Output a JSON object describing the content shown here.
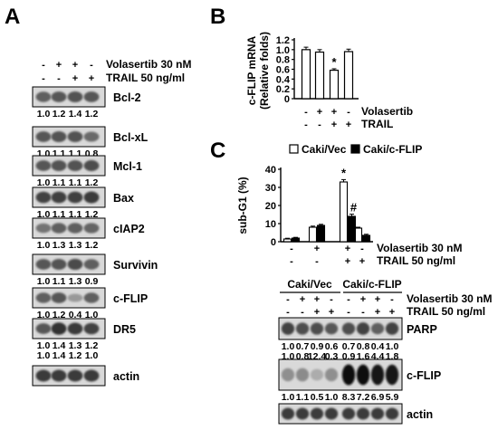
{
  "panel_a": {
    "label": "A",
    "conditions": [
      {
        "name": "Volasertib 30 nM",
        "signs": [
          "-",
          "+",
          "+",
          "-"
        ]
      },
      {
        "name": "TRAIL 50 ng/ml",
        "signs": [
          "-",
          "-",
          "+",
          "+"
        ]
      }
    ],
    "blots": [
      {
        "protein": "Bcl-2",
        "quant": [
          [
            "1.0",
            "1.2",
            "1.4",
            "1.2"
          ]
        ],
        "intensity": [
          0.55,
          0.6,
          0.62,
          0.6
        ]
      },
      {
        "protein": "Bcl-xL",
        "quant": [
          [
            "1.0",
            "1.1",
            "1.1",
            "0.8"
          ]
        ],
        "intensity": [
          0.6,
          0.62,
          0.62,
          0.5
        ]
      },
      {
        "protein": "Mcl-1",
        "quant": [
          [
            "1.0",
            "1.1",
            "1.1",
            "1.2"
          ]
        ],
        "intensity": [
          0.6,
          0.62,
          0.62,
          0.65
        ]
      },
      {
        "protein": "Bax",
        "quant": [
          [
            "1.0",
            "1.1",
            "1.1",
            "1.2"
          ]
        ],
        "intensity": [
          0.7,
          0.72,
          0.72,
          0.75
        ]
      },
      {
        "protein": "cIAP2",
        "quant": [
          [
            "1.0",
            "1.3",
            "1.3",
            "1.2"
          ]
        ],
        "intensity": [
          0.45,
          0.55,
          0.55,
          0.52
        ]
      },
      {
        "protein": "Survivin",
        "quant": [
          [
            "1.0",
            "1.1",
            "1.3",
            "0.9"
          ]
        ],
        "intensity": [
          0.6,
          0.62,
          0.66,
          0.56
        ]
      },
      {
        "protein": "c-FLIP",
        "quant": [
          [
            "1.0",
            "1.2",
            "0.4",
            "1.0"
          ]
        ],
        "intensity": [
          0.55,
          0.6,
          0.25,
          0.55
        ]
      },
      {
        "protein": "DR5",
        "quant": [
          [
            "1.0",
            "1.4",
            "1.3",
            "1.2"
          ],
          [
            "1.0",
            "1.4",
            "1.2",
            "1.0"
          ]
        ],
        "intensity": [
          0.6,
          0.8,
          0.75,
          0.7
        ]
      },
      {
        "protein": "actin",
        "quant": [],
        "intensity": [
          0.75,
          0.75,
          0.75,
          0.75
        ]
      }
    ]
  },
  "panel_b": {
    "label": "B",
    "ylabel_line1": "c-FLIP mRNA",
    "ylabel_line2": "(Relative folds)",
    "conditions": [
      {
        "name": "Volasertib",
        "signs": [
          "-",
          "+",
          "+",
          "-"
        ]
      },
      {
        "name": "TRAIL",
        "signs": [
          "-",
          "-",
          "+",
          "+"
        ]
      }
    ],
    "yticks": [
      "0",
      "0.2",
      "0.4",
      "0.6",
      "0.8",
      "1.0",
      "1.2"
    ],
    "annotation": "*"
  },
  "panel_c": {
    "label": "C",
    "legend": [
      {
        "name": "Caki/Vec",
        "color": "#ffffff"
      },
      {
        "name": "Caki/c-FLIP",
        "color": "#000000"
      }
    ],
    "ylabel": "sub-G1 (%)",
    "yticks": [
      "0",
      "10",
      "20",
      "30",
      "40"
    ],
    "bar_conditions": [
      {
        "name": "Volasertib 30 nM",
        "signs": [
          "-",
          "+",
          "+",
          "-"
        ]
      },
      {
        "name": "TRAIL 50 ng/ml",
        "signs": [
          "-",
          "-",
          "+",
          "+"
        ]
      }
    ],
    "annotations": [
      "*",
      "#"
    ],
    "blot_groups": [
      "Caki/Vec",
      "Caki/c-FLIP"
    ],
    "blot_conditions": [
      {
        "name": "Volasertib 30 nM",
        "signs": [
          "-",
          "+",
          "+",
          "-",
          "-",
          "+",
          "+",
          "-"
        ]
      },
      {
        "name": "TRAIL 50 ng/ml",
        "signs": [
          "-",
          "-",
          "+",
          "+",
          "-",
          "-",
          "+",
          "+"
        ]
      }
    ],
    "blots": [
      {
        "protein": "PARP",
        "quant": [
          [
            "1.0",
            "0.7",
            "0.9",
            "0.6",
            "0.7",
            "0.8",
            "0.4",
            "1.0"
          ],
          [
            "1.0",
            "0.8",
            "12.4",
            "0.3",
            "0.9",
            "1.6",
            "4.4",
            "1.8"
          ]
        ],
        "intensity": [
          0.7,
          0.65,
          0.65,
          0.6,
          0.65,
          0.7,
          0.55,
          0.7
        ]
      },
      {
        "protein": "c-FLIP",
        "quant": [
          [
            "1.0",
            "1.1",
            "0.5",
            "1.0",
            "8.3",
            "7.2",
            "6.9",
            "5.9"
          ]
        ],
        "intensity": [
          0.3,
          0.32,
          0.15,
          0.3,
          1.0,
          0.97,
          0.96,
          0.94
        ]
      },
      {
        "protein": "actin",
        "quant": [],
        "intensity": [
          0.75,
          0.75,
          0.75,
          0.75,
          0.75,
          0.75,
          0.75,
          0.75
        ]
      }
    ]
  },
  "chart_data": [
    {
      "type": "bar",
      "panel": "B",
      "categories": [
        "-/-",
        "+/-",
        "+/+",
        "-/+"
      ],
      "values": [
        1.0,
        0.95,
        0.58,
        0.96
      ],
      "errors": [
        0.05,
        0.05,
        0.03,
        0.05
      ],
      "ylabel": "c-FLIP mRNA (Relative folds)",
      "ylim": [
        0,
        1.2
      ],
      "grid": false
    },
    {
      "type": "bar",
      "panel": "C",
      "categories": [
        "-/-",
        "+/-",
        "+/+",
        "-/+"
      ],
      "series": [
        {
          "name": "Caki/Vec",
          "values": [
            1.5,
            8.0,
            33.0,
            7.5
          ],
          "errors": [
            0.4,
            0.6,
            1.3,
            0.5
          ]
        },
        {
          "name": "Caki/c-FLIP",
          "values": [
            2.0,
            9.0,
            14.0,
            3.5
          ],
          "errors": [
            0.4,
            0.6,
            1.2,
            0.6
          ]
        }
      ],
      "ylabel": "sub-G1 (%)",
      "ylim": [
        0,
        40
      ],
      "legend": "top",
      "grid": false
    }
  ]
}
